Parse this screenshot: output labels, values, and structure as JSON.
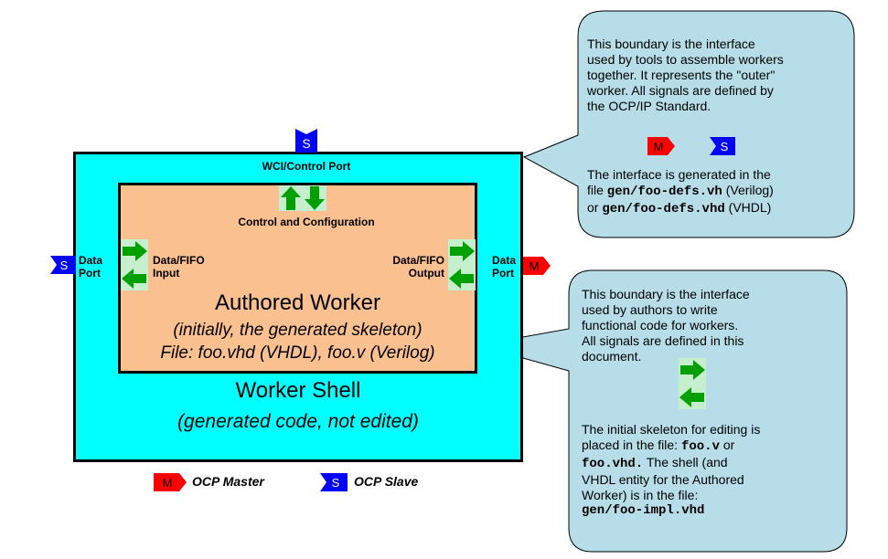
{
  "shell": {
    "wci_label": "WCI/Control Port",
    "left_port_line1": "Data",
    "left_port_line2": "Port",
    "right_port_line1": "Data",
    "right_port_line2": "Port",
    "title": "Worker Shell",
    "subtitle": "(generated code, not edited)"
  },
  "worker": {
    "control_label": "Control and Configuration",
    "input_line1": "Data/FIFO",
    "input_line2": "Input",
    "output_line1": "Data/FIFO",
    "output_line2": "Output",
    "title": "Authored Worker",
    "line2": "(initially, the generated skeleton)",
    "line3": "File: foo.vhd (VHDL), foo.v (Verilog)"
  },
  "badges": {
    "master": "M",
    "slave": "S"
  },
  "legend": {
    "master_label": "OCP Master",
    "slave_label": "OCP Slave"
  },
  "callout_top": {
    "p1_l1": "This boundary is the interface",
    "p1_l2": "used by tools to assemble workers",
    "p1_l3": "together.  It represents the \"outer\"",
    "p1_l4": "worker.  All signals are defined by",
    "p1_l5": "the OCP/IP Standard.",
    "p2_l1": "The interface is generated in the",
    "p2_l2a": "file ",
    "p2_l2b": "gen/foo-defs.vh",
    "p2_l2c": " (Verilog)",
    "p2_l3a": "or ",
    "p2_l3b": "gen/foo-defs.vhd",
    "p2_l3c": " (VHDL)"
  },
  "callout_bottom": {
    "p1_l1": "This boundary is the interface",
    "p1_l2": "used by authors to write",
    "p1_l3": "functional code for workers.",
    "p1_l4": "All signals are defined in this",
    "p1_l5": "document.",
    "p2_l1": "The initial skeleton for editing is",
    "p2_l2a": "placed in the file: ",
    "p2_l2b": "foo.v",
    "p2_l2c": " or",
    "p2_l3a": "foo.vhd.",
    "p2_l3b": "  The shell (and",
    "p2_l4": "VHDL entity for the Authored",
    "p2_l5": "Worker) is in the file:",
    "p2_l6": "gen/foo-impl.vhd"
  },
  "colors": {
    "shell": "#00ffff",
    "worker": "#fac090",
    "callout": "#b7dee8",
    "arrow": "#00a000",
    "arrow_bg": "#c6efce",
    "master": "#ff0000",
    "slave": "#0000ff"
  },
  "icons": [
    "master-badge-icon",
    "slave-badge-icon",
    "arrow-right-icon",
    "arrow-left-icon",
    "arrow-up-icon",
    "arrow-down-icon"
  ]
}
